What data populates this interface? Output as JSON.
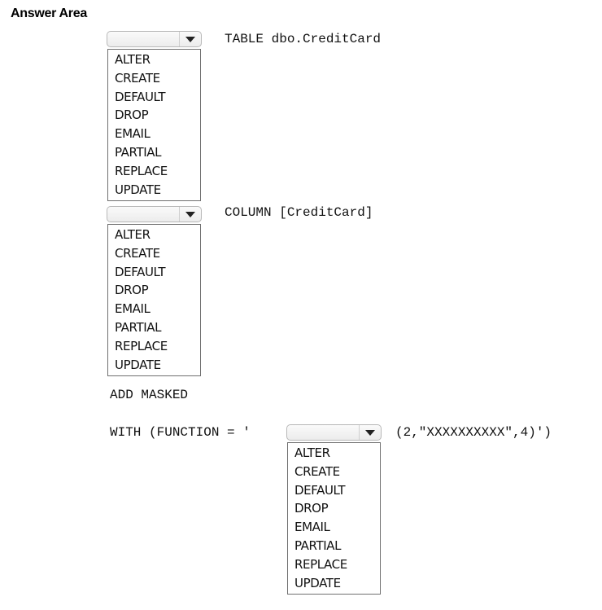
{
  "answer_area": {
    "title": "Answer Area"
  },
  "code": {
    "line1_suffix": "TABLE dbo.CreditCard",
    "line2_suffix": "COLUMN [CreditCard]",
    "line3": "ADD MASKED",
    "line4_prefix": "WITH (FUNCTION = '",
    "line4_suffix": "(2,\"XXXXXXXXXX\",4)')"
  },
  "dropdowns": [
    {
      "selected": "",
      "options": [
        "ALTER",
        "CREATE",
        "DEFAULT",
        "DROP",
        "EMAIL",
        "PARTIAL",
        "REPLACE",
        "UPDATE"
      ]
    },
    {
      "selected": "",
      "options": [
        "ALTER",
        "CREATE",
        "DEFAULT",
        "DROP",
        "EMAIL",
        "PARTIAL",
        "REPLACE",
        "UPDATE"
      ]
    },
    {
      "selected": "",
      "options": [
        "ALTER",
        "CREATE",
        "DEFAULT",
        "DROP",
        "EMAIL",
        "PARTIAL",
        "REPLACE",
        "UPDATE"
      ]
    }
  ],
  "icons": {
    "dropdown_arrow": "chevron-down-icon"
  }
}
